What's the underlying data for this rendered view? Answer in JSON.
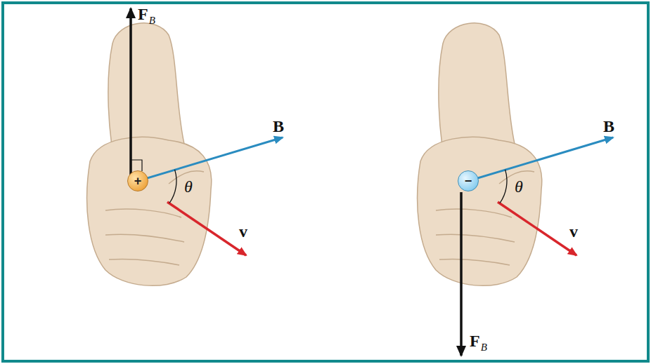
{
  "diagram": {
    "nodes": [
      {
        "text": [
          "+"
        ]
      },
      {
        "text": [
          "−"
        ]
      }
    ],
    "labels": [
      "F",
      "B",
      "B",
      "θ",
      "v",
      "B",
      "θ",
      "v",
      "F",
      "B"
    ]
  }
}
